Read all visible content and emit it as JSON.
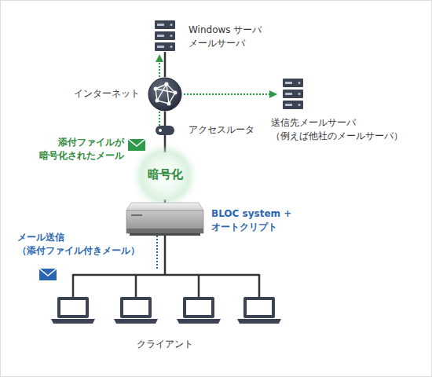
{
  "diagram": {
    "nodes": [
      {
        "text": [
          "Windows サーバ メールサーバ"
        ]
      },
      {
        "text": [
          "インターネット"
        ]
      },
      {
        "text": [
          "送信先メールサーバ （例えば他社のメールサーバ）"
        ]
      },
      {
        "text": [
          "アクセスルータ"
        ]
      },
      {
        "text": [
          "暗号化"
        ]
      },
      {
        "text": [
          "BLOC system + オートクリプト"
        ]
      }
    ],
    "edges": [
      {
        "from": 0,
        "to": 1,
        "arrow": "none"
      },
      {
        "from": 1,
        "to": 3,
        "arrow": "none"
      },
      {
        "from": 3,
        "to": 4,
        "arrow": "none"
      },
      {
        "from": 4,
        "to": 5,
        "arrow": "none"
      },
      {
        "from": 3,
        "to": 1,
        "arrow": "none"
      },
      {
        "from": 1,
        "to": 0,
        "arrow": "to"
      },
      {
        "from": 1,
        "to": 2,
        "arrow": "to"
      }
    ],
    "labels": [
      "添付ファイルが 暗号化されたメール",
      "メール送信 （添付ファイル付きメール）",
      "クライアント"
    ]
  }
}
